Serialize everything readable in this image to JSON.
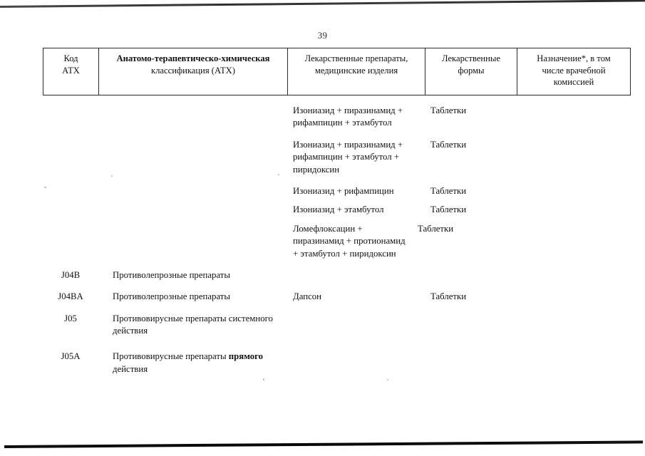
{
  "page": {
    "number": "39",
    "paper_color": "#ffffff",
    "text_color": "#121212"
  },
  "table": {
    "headers": [
      {
        "key": "code",
        "label": "Код\nАТХ"
      },
      {
        "key": "class",
        "label": "Анатомо-терапевтическо-химическая\nклассификация (АТХ)"
      },
      {
        "key": "drug",
        "label": "Лекарственные препараты,\nмедицинские изделия"
      },
      {
        "key": "form",
        "label": "Лекарственные\nформы"
      },
      {
        "key": "assign",
        "label": "Назначение*, в том\nчисле врачебной\nкомиссией"
      }
    ],
    "headers_flat": {
      "code_line1": "Код",
      "code_line2": "АТХ",
      "class_line1": "Анатомо-терапевтическо-химическая",
      "class_line2": "классификация (АТХ)",
      "drug_line1": "Лекарственные препараты,",
      "drug_line2": "медицинские изделия",
      "form_line1": "Лекарственные",
      "form_line2": "формы",
      "assign_line1": "Назначение*, в том",
      "assign_line2": "числе врачебной",
      "assign_line3": "комиссией"
    },
    "rows": [
      {
        "code": "",
        "class": "",
        "drug": "Изониазид + пиразинамид + рифампицин + этамбутол",
        "form": "Таблетки",
        "assign": ""
      },
      {
        "code": "",
        "class": "",
        "drug": "Изониазид + пиразинамид + рифампицин + этамбутол + пиридоксин",
        "form": "Таблетки",
        "assign": ""
      },
      {
        "code": "",
        "class": "",
        "drug": "Изониазид + рифампицин",
        "form": "Таблетки",
        "assign": ""
      },
      {
        "code": "",
        "class": "",
        "drug": "Изониазид + этамбутол",
        "form": "Таблетки",
        "assign": ""
      },
      {
        "code": "",
        "class": "",
        "drug": "Ломефлоксацин + пиразинамид + протионамид + этамбутол + пиридоксин",
        "form": "Таблетки",
        "assign": ""
      },
      {
        "code": "J04B",
        "class": "Противолепрозные препараты",
        "drug": "",
        "form": "",
        "assign": ""
      },
      {
        "code": "J04BA",
        "class": "Противолепрозные препараты",
        "drug": "Дапсон",
        "form": "Таблетки",
        "assign": ""
      },
      {
        "code": "J05",
        "class": "Противовирусные препараты системного действия",
        "drug": "",
        "form": "",
        "assign": ""
      },
      {
        "code": "J05A",
        "class_prefix": "Противовирусные препараты ",
        "class_bold": "прямого",
        "class_suffix": " действия",
        "class": "Противовирусные препараты прямого действия",
        "drug": "",
        "form": "",
        "assign": ""
      }
    ]
  }
}
